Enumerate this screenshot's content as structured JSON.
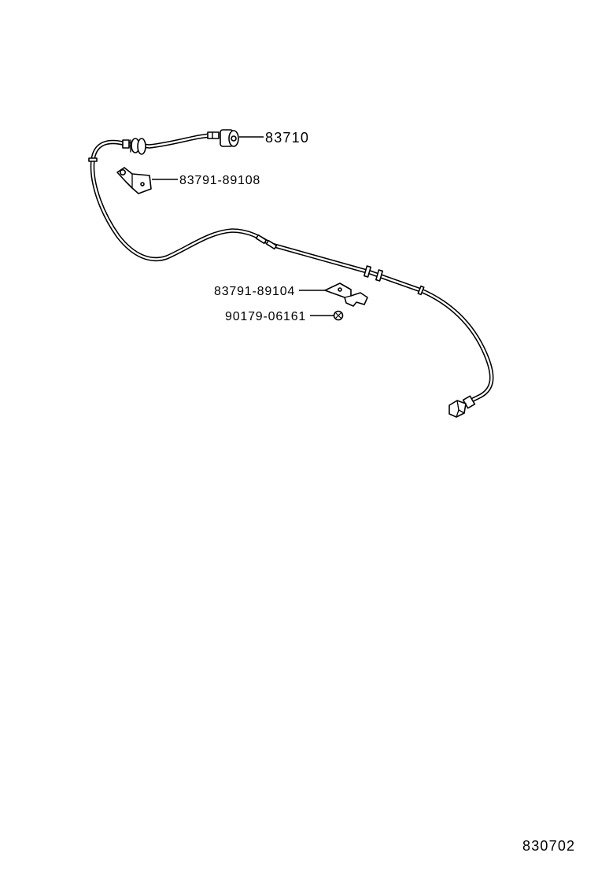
{
  "callouts": [
    {
      "part_no": "83710"
    },
    {
      "part_no": "83791-89108"
    },
    {
      "part_no": "83791-89104"
    },
    {
      "part_no": "90179-06161"
    }
  ],
  "illustration_number": "830702",
  "colors": {
    "ink": "#000000",
    "background": "#ffffff"
  }
}
